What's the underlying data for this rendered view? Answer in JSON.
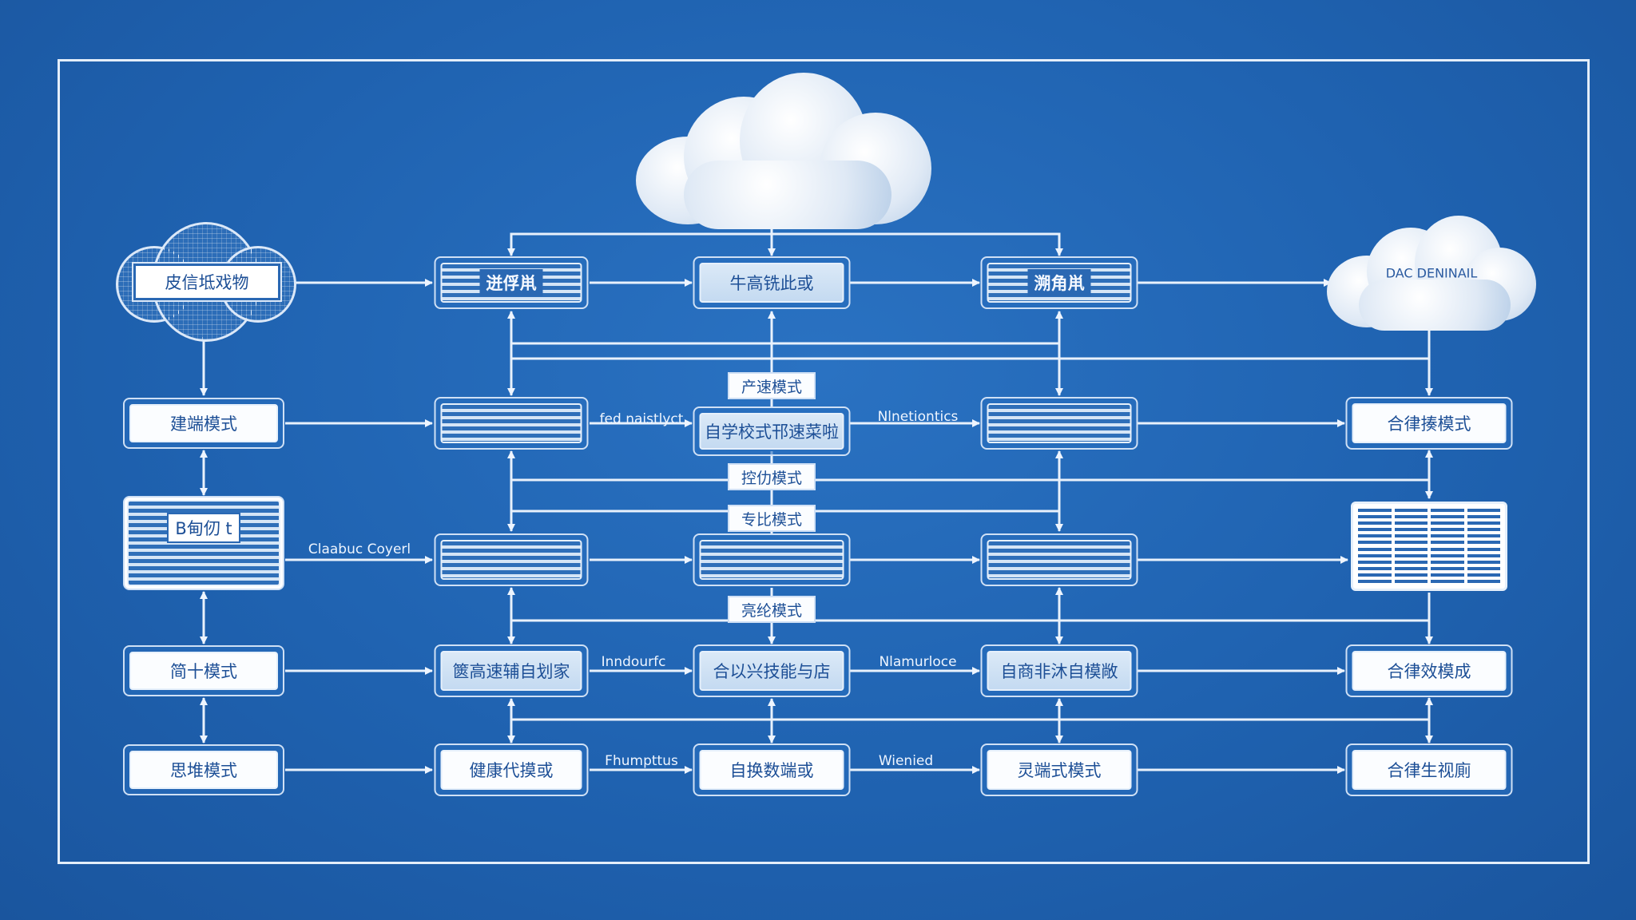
{
  "diagram": {
    "source_cloud": {
      "label": "皮信坻戏物"
    },
    "top_cloud": {
      "label": ""
    },
    "right_cloud": {
      "label": "DAC DENINAIL"
    },
    "row1": [
      "迸俘鼡",
      "牛高铣此或",
      "溯角鼡"
    ],
    "row2": {
      "col0": "建端模式",
      "col2": "自学校式邗速菜啦",
      "col4": "合律揍模式"
    },
    "row3": {
      "col0": "B甸仞 t"
    },
    "row4": [
      "简十模式",
      "篋高速辅自划家",
      "合以兴技能与店",
      "自商非沐自模敞",
      "合律效模成"
    ],
    "row5": [
      "思堆模式",
      "健康代摸或",
      "自换数端或",
      "灵端式模式",
      "合律生视廁"
    ],
    "modes": [
      "产速模式",
      "控仂模式",
      "专比模式",
      "亮纶模式"
    ],
    "edge_labels": {
      "r2a": "fed naistlyct",
      "r2b": "Nlnetiontics",
      "r3a": "Claabuc Coyerl",
      "r4a": "Inndourfc",
      "r4b": "Nlamurloce",
      "r5a": "Fhumpttus",
      "r5b": "Wienied"
    }
  },
  "colors": {
    "background": "#1f62b0",
    "line": "#e8f1fc",
    "box_text": "#1d4f96"
  }
}
